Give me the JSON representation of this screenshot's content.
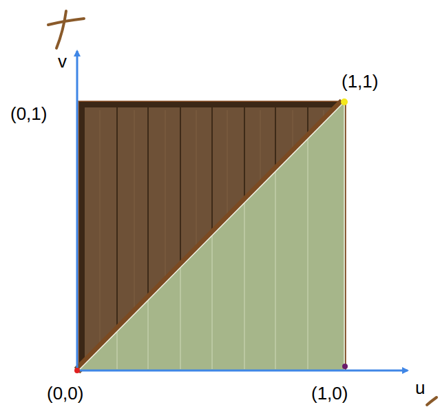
{
  "diagram": {
    "labels": [
      "v",
      "(0,1)",
      "(1,1)",
      "(0,0)",
      "(1,0)",
      "u"
    ]
  }
}
